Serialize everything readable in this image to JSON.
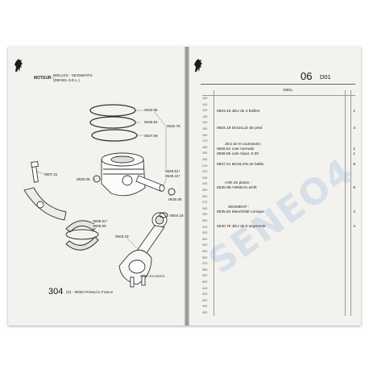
{
  "left_page": {
    "section_label": "MOTEUR -",
    "title_line1": "BIELLES - SEGMENTS",
    "title_line2": "(DIESEL 9.D.L.)",
    "callouts": [
      {
        "id": "c1",
        "text": "0633.96"
      },
      {
        "id": "c2",
        "text": "0635.94"
      },
      {
        "id": "c3",
        "text": "0640.78"
      },
      {
        "id": "c4",
        "text": "0637.09"
      },
      {
        "id": "c5",
        "text": "0607.21"
      },
      {
        "id": "c6",
        "text": "0630.08"
      },
      {
        "id": "c7",
        "text": "0629.51*"
      },
      {
        "id": "c8",
        "text": "0629.41*"
      },
      {
        "id": "c9",
        "text": "0630.08"
      },
      {
        "id": "c10",
        "text": "0604.18"
      },
      {
        "id": "c11",
        "text": "0608.51*"
      },
      {
        "id": "c12",
        "text": "0608.55"
      },
      {
        "id": "c13",
        "text": "0603.19"
      }
    ],
    "doc_code": "04/92 304 06D01",
    "footer_page": "304",
    "footer_text": "(D) - 06/92 Printed in France"
  },
  "right_page": {
    "header_num": "06",
    "header_code": "D01",
    "column_title": "XBDL",
    "entries": [
      {
        "ref": "0603.19",
        "desc": "JEU de 4 bielles",
        "qty": "1"
      },
      {
        "ref": "0604.18",
        "desc": "DOUILLE de pied",
        "qty": "4"
      },
      {
        "ref": "",
        "desc": "JEU de 8 coussinets :",
        "qty": ""
      },
      {
        "ref": "0608.51",
        "desc": "cote normale",
        "qty": "1"
      },
      {
        "ref": "0608.55",
        "desc": "cote répar. 0.30",
        "qty": "1"
      },
      {
        "ref": "0607.21",
        "desc": "BOULON de bielle",
        "qty": "8"
      },
      {
        "ref": "",
        "desc": "AXE de piston :",
        "qty": ""
      },
      {
        "ref": "0630.08",
        "desc": "ANNEAU arrêt",
        "qty": "8"
      },
      {
        "ref": "",
        "desc": "SEGMENT :",
        "qty": ""
      },
      {
        "ref": "0635.94",
        "desc": "étanchéité conique",
        "qty": "4"
      },
      {
        "ref": "0640.78",
        "desc": "JEU de 8 segments",
        "qty": "4"
      }
    ],
    "row_numbers": [
      "100",
      "110",
      "120",
      "130",
      "140",
      "150",
      "160",
      "170",
      "180",
      "190",
      "200",
      "210",
      "220",
      "230",
      "240",
      "250",
      "260",
      "270",
      "280",
      "290",
      "300",
      "310",
      "320",
      "330",
      "340",
      "350",
      "360",
      "370",
      "380",
      "390",
      "400",
      "410",
      "420",
      "430",
      "440",
      "450"
    ]
  },
  "watermark_text": "SENEO4",
  "colors": {
    "paper": "#f3f2ef",
    "ink": "#2a2a2a",
    "watermark": "#5a8cc8"
  },
  "icons": {
    "logo": "peugeot-lion-icon"
  }
}
